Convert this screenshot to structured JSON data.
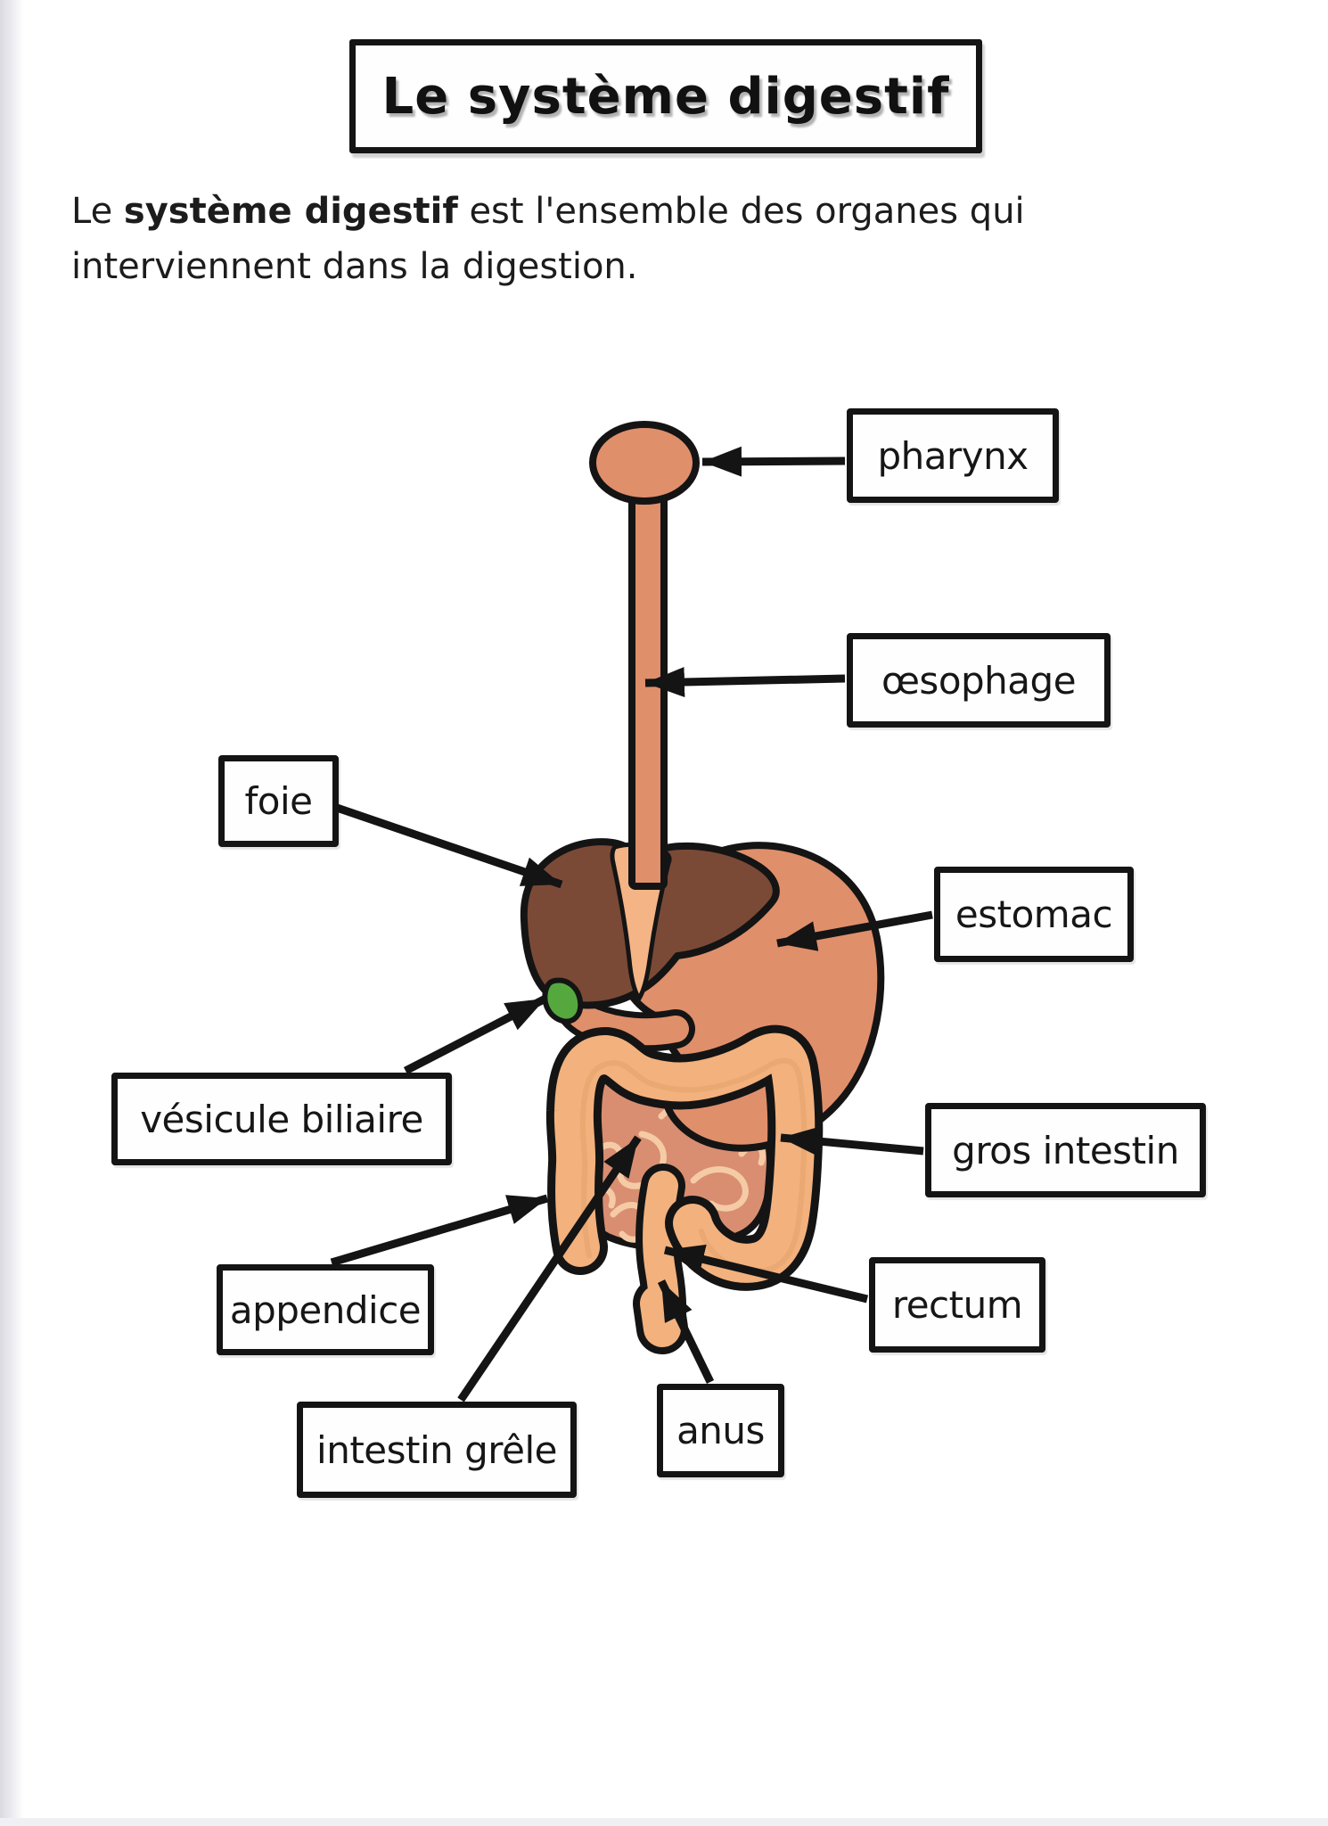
{
  "document": {
    "title": "Le système digestif",
    "intro": {
      "part1": "Le ",
      "part2_bold": "système digestif",
      "part3": " est l'ensemble des organes qui interviennent dans la digestion."
    }
  },
  "labels": {
    "pharynx": "pharynx",
    "oesophage": "œsophage",
    "foie": "foie",
    "estomac": "estomac",
    "vesicule_biliaire": "vésicule biliaire",
    "gros_intestin": "gros intestin",
    "appendice": "appendice",
    "rectum": "rectum",
    "intestin_grele": "intestin grêle",
    "anus": "anus"
  },
  "colors": {
    "outline": "#141414",
    "salmon": "#E08F6B",
    "liver_brown": "#7B4A37",
    "ligament_tan": "#F4B485",
    "gallbladder_green": "#55A83E",
    "colon_orange": "#F2B17D",
    "colon_shade": "#E3A069",
    "small_intestine": "#D98E71",
    "squiggle": "#F5CBA6",
    "box_border": "#141414",
    "box_bg": "#FEFEFE",
    "page_bg": "#FFFFFF",
    "edge_strip": "#E2E2E8"
  }
}
